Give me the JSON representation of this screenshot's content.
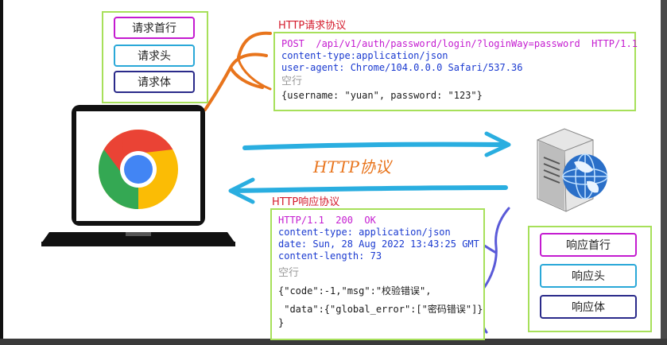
{
  "request_parts": {
    "request_line": "请求首行",
    "request_headers": "请求头",
    "request_body": "请求体"
  },
  "response_parts": {
    "status_line": "响应首行",
    "response_headers": "响应头",
    "response_body": "响应体"
  },
  "request": {
    "title": "HTTP请求协议",
    "line1": "POST  /api/v1/auth/password/login/?loginWay=password  HTTP/1.1",
    "line2": "content-type:application/json",
    "line3": "user-agent: Chrome/104.0.0.0 Safari/537.36",
    "blank": "空行",
    "body": "{username: \"yuan\", password: \"123\"}"
  },
  "response": {
    "title": "HTTP响应协议",
    "line1": "HTTP/1.1  200  OK",
    "line2": "content-type: application/json",
    "line3": "date: Sun, 28 Aug 2022 13:43:25 GMT",
    "line4": "content-length: 73",
    "blank": "空行",
    "body1": "{\"code\":-1,\"msg\":\"校验错误\",",
    "body2": " \"data\":{\"global_error\":[\"密码错误\"]}",
    "body3": "}"
  },
  "protocol_label": "HTTP协议",
  "colors": {
    "magenta": "#c41bd0",
    "cyan": "#2aa8d8",
    "navy": "#2a2a8a",
    "green_border": "#a7e05a",
    "orange": "#e8741c",
    "arrow_blue": "#2aaee0",
    "title_red": "#d41b2c"
  },
  "icons": {
    "laptop": "laptop-icon",
    "browser": "chrome-logo-icon",
    "server": "server-icon",
    "globe": "globe-icon"
  }
}
